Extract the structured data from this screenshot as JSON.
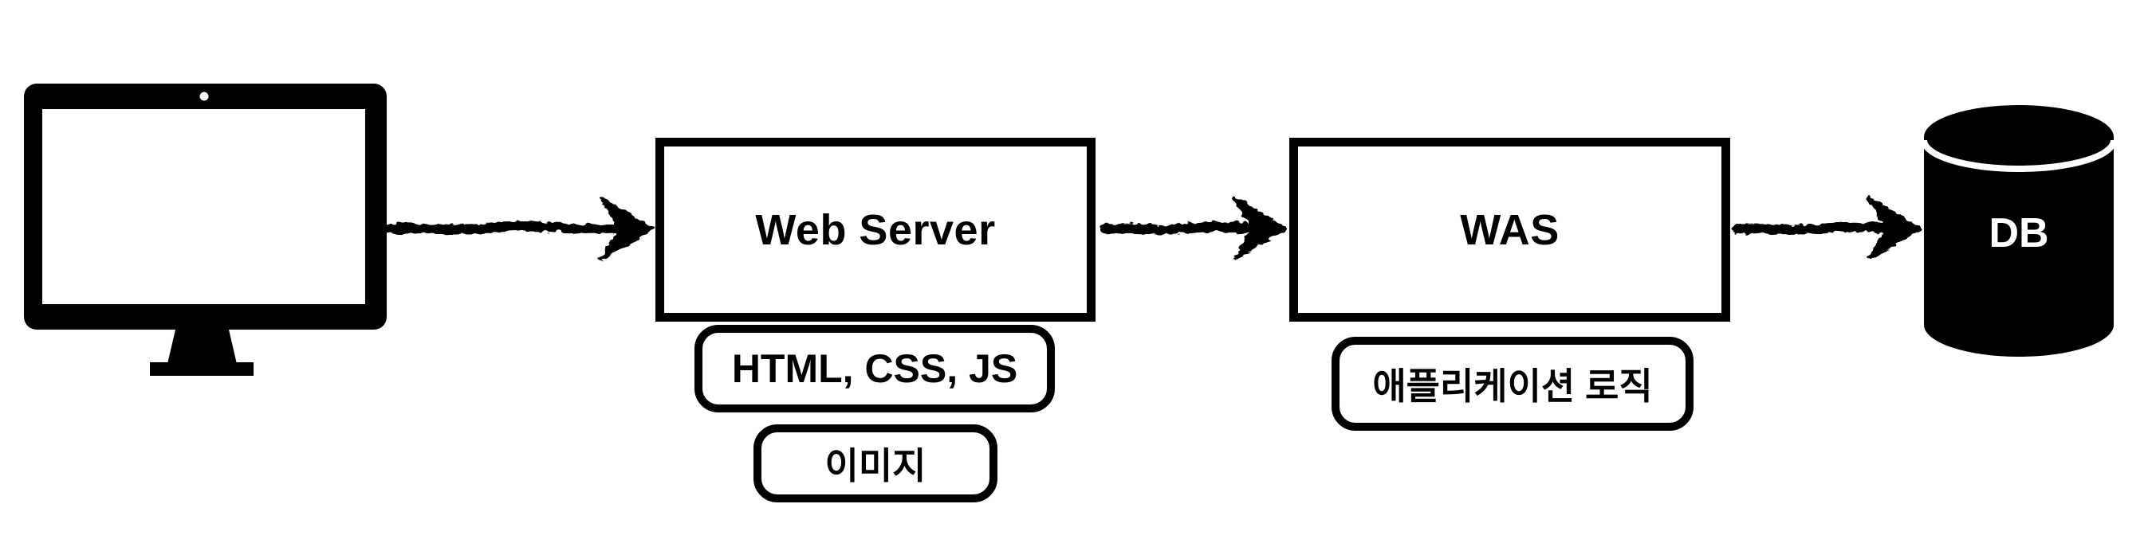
{
  "diagram": {
    "background_color": "#ffffff",
    "ink_color": "#000000",
    "nodes": {
      "client": {
        "icon": "desktop-monitor-icon",
        "label": ""
      },
      "web_server": {
        "label": "Web Server",
        "annotations": [
          "HTML, CSS, JS",
          "이미지"
        ]
      },
      "was": {
        "label": "WAS",
        "annotations": [
          "애플리케이션 로직"
        ]
      },
      "db": {
        "icon": "database-cylinder-icon",
        "label": "DB",
        "label_color": "#ffffff"
      }
    },
    "flow": [
      {
        "from": "client",
        "to": "web_server",
        "style": "hand-drawn-arrow"
      },
      {
        "from": "web_server",
        "to": "was",
        "style": "hand-drawn-arrow"
      },
      {
        "from": "was",
        "to": "db",
        "style": "hand-drawn-arrow"
      }
    ]
  }
}
